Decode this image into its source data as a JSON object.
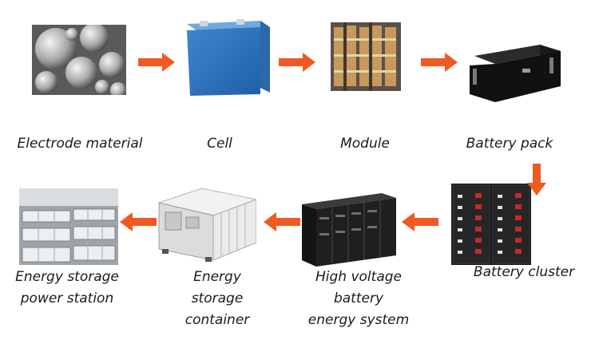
{
  "colors": {
    "arrow": "#f05a22"
  },
  "stages": [
    {
      "id": "electrode",
      "icon": "electrode-material-micrograph",
      "label_lines": [
        "Electrode material"
      ]
    },
    {
      "id": "cell",
      "icon": "battery-cell",
      "label_lines": [
        "Cell"
      ]
    },
    {
      "id": "module",
      "icon": "battery-module",
      "label_lines": [
        "Module"
      ]
    },
    {
      "id": "pack",
      "icon": "battery-pack",
      "label_lines": [
        "Battery pack"
      ]
    },
    {
      "id": "cluster",
      "icon": "battery-cluster",
      "label_lines": [
        "Battery cluster"
      ]
    },
    {
      "id": "hv",
      "icon": "high-voltage-cabinets",
      "label_lines": [
        "High voltage",
        "battery",
        "energy system"
      ]
    },
    {
      "id": "container",
      "icon": "storage-container",
      "label_lines": [
        "Energy",
        "storage",
        "container"
      ]
    },
    {
      "id": "station",
      "icon": "power-station-site",
      "label_lines": [
        "Energy storage",
        "power station"
      ]
    }
  ]
}
